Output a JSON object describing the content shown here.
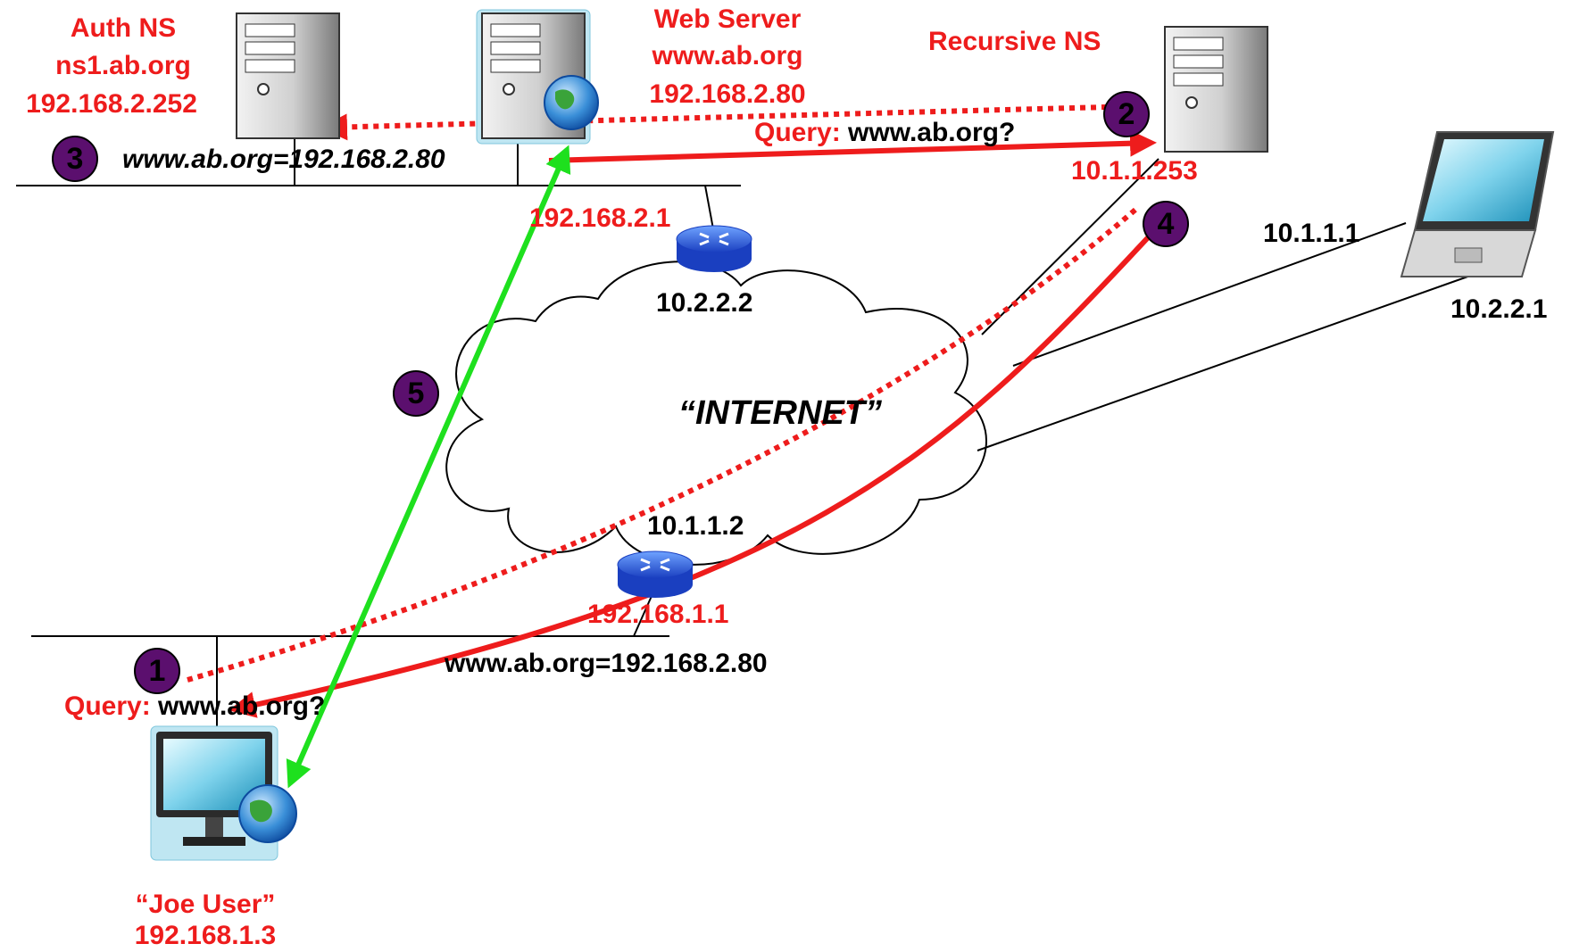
{
  "nodes": {
    "auth_ns": {
      "title": "Auth NS",
      "host": "ns1.ab.org",
      "ip": "192.168.2.252"
    },
    "web_server": {
      "title": "Web Server",
      "host": "www.ab.org",
      "ip": "192.168.2.80"
    },
    "recursive_ns": {
      "title": "Recursive NS",
      "ip": "10.1.1.253"
    },
    "laptop": {
      "ip_a": "10.1.1.1",
      "ip_b": "10.2.2.1"
    },
    "joe_user": {
      "name": "“Joe User”",
      "ip": "192.168.1.3"
    },
    "router_top": {
      "ip_lan": "192.168.2.1",
      "ip_wan": "10.2.2.2"
    },
    "router_bottom": {
      "ip_wan": "10.1.1.2",
      "ip_lan": "192.168.1.1"
    }
  },
  "cloud_label": "“INTERNET”",
  "messages": {
    "query_red": "Query:",
    "query_host": "www.ab.org?",
    "auth_answer": "www.ab.org=192.168.2.80",
    "final_answer": "www.ab.org=192.168.2.80"
  },
  "steps": [
    "1",
    "2",
    "3",
    "4",
    "5"
  ],
  "colors": {
    "accent_red": "#ee1c1c",
    "green": "#1ee01e",
    "step_fill": "#5b0f6e"
  }
}
